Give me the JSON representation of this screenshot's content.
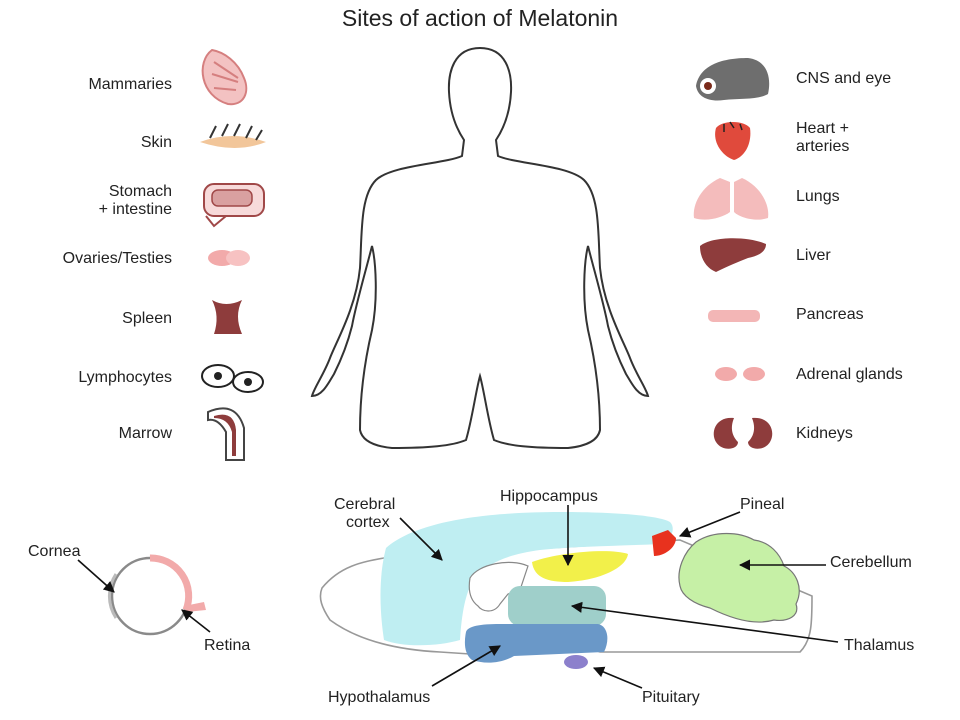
{
  "title": "Sites of action of Melatonin",
  "left_organs": {
    "mammaries": "Mammaries",
    "skin": "Skin",
    "stomach_l1": "Stomach",
    "stomach_l2": "+ intestine",
    "ovaries": "Ovaries/Testies",
    "spleen": "Spleen",
    "lymphocytes": "Lymphocytes",
    "marrow": "Marrow"
  },
  "right_organs": {
    "cns": "CNS and eye",
    "heart_l1": "Heart +",
    "heart_l2": "arteries",
    "lungs": "Lungs",
    "liver": "Liver",
    "pancreas": "Pancreas",
    "adrenal": "Adrenal glands",
    "kidneys": "Kidneys"
  },
  "eye": {
    "cornea": "Cornea",
    "retina": "Retina"
  },
  "brain": {
    "cortex_l1": "Cerebral",
    "cortex_l2": "cortex",
    "hippocampus": "Hippocampus",
    "pineal": "Pineal",
    "cerebellum": "Cerebellum",
    "thalamus": "Thalamus",
    "hypothalamus": "Hypothalamus",
    "pituitary": "Pituitary"
  },
  "colors": {
    "cortex": "#bfeef2",
    "hippocampus": "#f2f04a",
    "thalamus": "#9fcfca",
    "hypothalamus": "#6a98c8",
    "pituitary": "#8c80cc",
    "pineal": "#e8321e",
    "cerebellum": "#c6f0a6",
    "organ_dark": "#8e3c3c",
    "organ_pink": "#f2a6a6",
    "heart": "#e04a3c"
  }
}
